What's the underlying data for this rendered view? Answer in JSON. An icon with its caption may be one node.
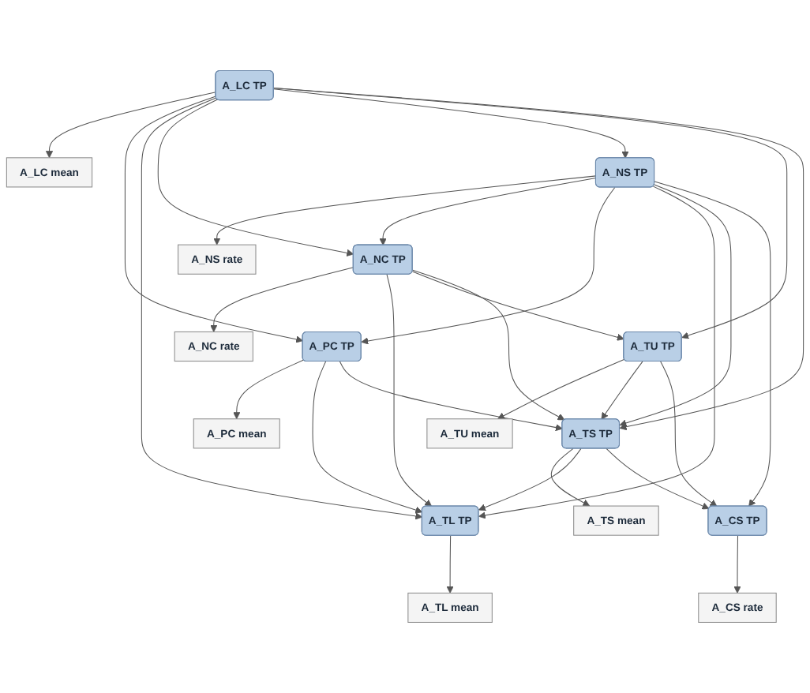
{
  "diagram": {
    "nodes": [
      {
        "text": [
          "A_PC mean"
        ]
      },
      {
        "text": [
          "A_PC TP"
        ]
      },
      {
        "text": [
          "A_LC mean"
        ]
      },
      {
        "text": [
          "A_LC TP"
        ]
      },
      {
        "text": [
          "A_TL TP"
        ]
      },
      {
        "text": [
          "A_TL mean"
        ]
      },
      {
        "text": [
          "A_NC rate"
        ]
      },
      {
        "text": [
          "A_NC TP"
        ]
      },
      {
        "text": [
          "A_TU TP"
        ]
      },
      {
        "text": [
          "A_TU mean"
        ]
      },
      {
        "text": [
          "A_NS rate"
        ]
      },
      {
        "text": [
          "A_NS TP"
        ]
      },
      {
        "text": [
          "A_TS TP"
        ]
      },
      {
        "text": [
          "A_TS mean"
        ]
      },
      {
        "text": [
          "A_CS TP"
        ]
      },
      {
        "text": [
          "A_CS rate"
        ]
      }
    ],
    "edges": [
      {
        "from": 1,
        "to": 0,
        "arrow": "to"
      },
      {
        "from": 1,
        "to": 4,
        "arrow": "to"
      },
      {
        "from": 1,
        "to": 12,
        "arrow": "to"
      },
      {
        "from": 3,
        "to": 2,
        "arrow": "to"
      },
      {
        "from": 3,
        "to": 1,
        "arrow": "to"
      },
      {
        "from": 3,
        "to": 4,
        "arrow": "to"
      },
      {
        "from": 3,
        "to": 7,
        "arrow": "to"
      },
      {
        "from": 3,
        "to": 11,
        "arrow": "to"
      },
      {
        "from": 3,
        "to": 8,
        "arrow": "to"
      },
      {
        "from": 3,
        "to": 12,
        "arrow": "to"
      },
      {
        "from": 4,
        "to": 5,
        "arrow": "to"
      },
      {
        "from": 7,
        "to": 6,
        "arrow": "to"
      },
      {
        "from": 7,
        "to": 4,
        "arrow": "to"
      },
      {
        "from": 7,
        "to": 8,
        "arrow": "to"
      },
      {
        "from": 7,
        "to": 12,
        "arrow": "to"
      },
      {
        "from": 8,
        "to": 9,
        "arrow": "to"
      },
      {
        "from": 8,
        "to": 12,
        "arrow": "to"
      },
      {
        "from": 8,
        "to": 14,
        "arrow": "to"
      },
      {
        "from": 11,
        "to": 10,
        "arrow": "to"
      },
      {
        "from": 11,
        "to": 7,
        "arrow": "to"
      },
      {
        "from": 11,
        "to": 1,
        "arrow": "to"
      },
      {
        "from": 11,
        "to": 4,
        "arrow": "to"
      },
      {
        "from": 11,
        "to": 12,
        "arrow": "to"
      },
      {
        "from": 11,
        "to": 14,
        "arrow": "to"
      },
      {
        "from": 12,
        "to": 13,
        "arrow": "to"
      },
      {
        "from": 12,
        "to": 4,
        "arrow": "to"
      },
      {
        "from": 12,
        "to": 14,
        "arrow": "to"
      },
      {
        "from": 14,
        "to": 15,
        "arrow": "to"
      }
    ]
  }
}
